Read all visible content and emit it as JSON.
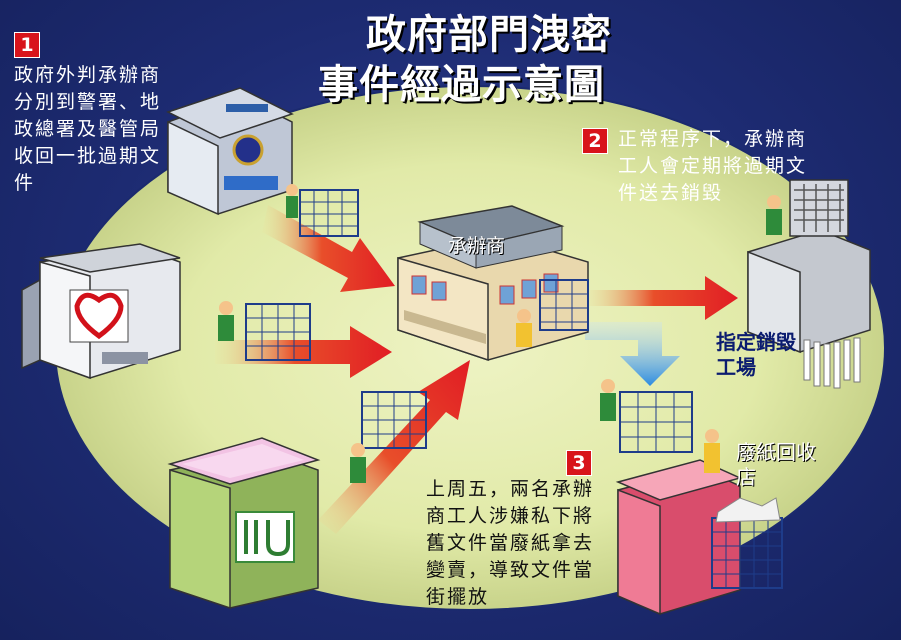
{
  "title": {
    "line1": "政府部門洩密",
    "line2": "事件經過示意圖"
  },
  "steps": [
    {
      "number": "1",
      "text": "政府外判承辦商分別到警署、地政總署及醫管局收回一批過期文件"
    },
    {
      "number": "2",
      "text": "正常程序下，承辦商工人會定期將過期文件送去銷毀"
    },
    {
      "number": "3",
      "text": "上周五，兩名承辦商工人涉嫌私下將舊文件當廢紙拿去變賣，導致文件當街擺放"
    }
  ],
  "labels": {
    "contractor": "承辦商",
    "destruction_plant": "指定銷毀工場",
    "recycling_shop": "廢紙回收店"
  },
  "colors": {
    "background": "#1b2a6e",
    "ellipse": "#e3ebb0",
    "arrow_red": "#e11d24",
    "arrow_blue": "#2c8be0",
    "badge": "#d8141b"
  },
  "icons": [
    "police-station-icon",
    "hospital-authority-building-icon",
    "lands-department-building-icon",
    "contractor-shop-icon",
    "shredder-plant-icon",
    "recycling-shop-icon",
    "worker-with-cart-icon"
  ]
}
